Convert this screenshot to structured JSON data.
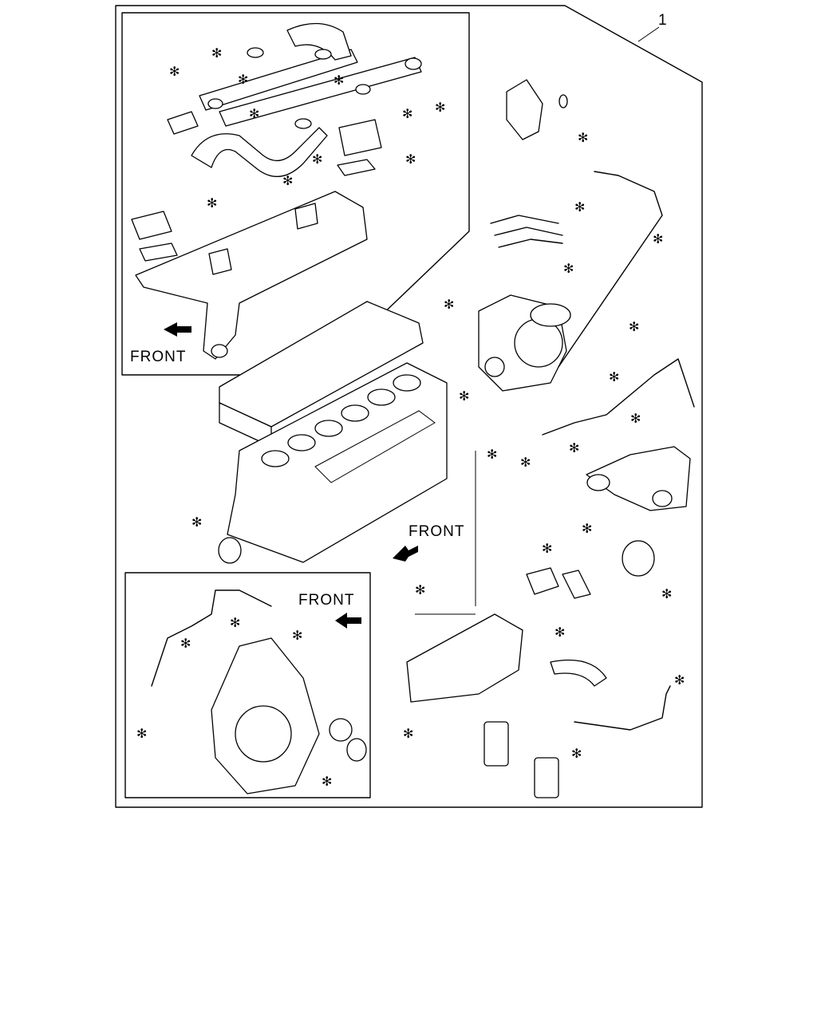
{
  "diagram": {
    "callout_number": "1",
    "front_labels": [
      "FRONT",
      "FRONT",
      "FRONT"
    ],
    "marker_symbol": "✻"
  }
}
